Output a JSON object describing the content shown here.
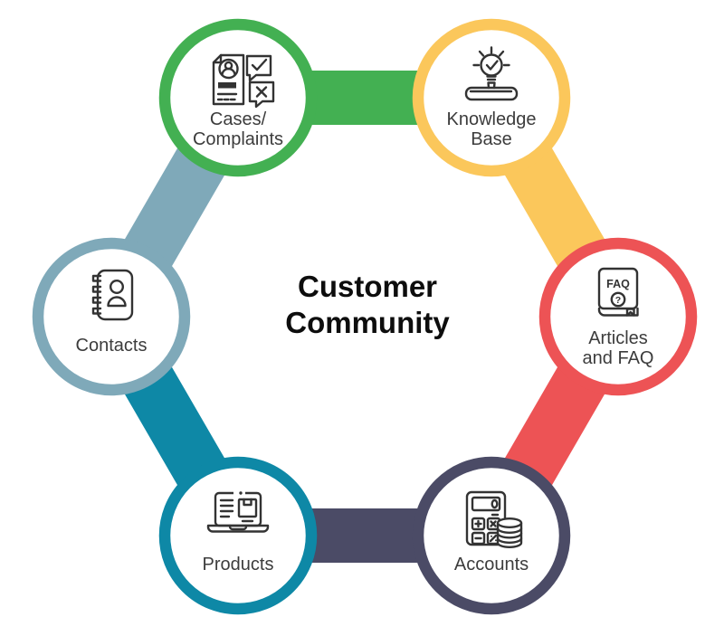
{
  "diagram": {
    "background": "#FFFFFF",
    "title_line1": "Customer",
    "title_line2": "Community"
  },
  "nodes": [
    {
      "id": "cases-complaints",
      "label_line1": "Cases/",
      "label_line2": "Complaints",
      "color": "#43B052",
      "icon": "complaint-report-check-cross-icon"
    },
    {
      "id": "knowledge-base",
      "label_line1": "Knowledge",
      "label_line2": "Base",
      "color": "#FBC75B",
      "icon": "lightbulb-on-book-icon"
    },
    {
      "id": "articles-and-faq",
      "label_line1": "Articles",
      "label_line2": "and FAQ",
      "color": "#ED5355",
      "icon": "faq-book-icon",
      "icon_text": "FAQ",
      "icon_question_mark": "?"
    },
    {
      "id": "accounts",
      "label_line1": "Accounts",
      "label_line2": "",
      "color": "#4B4B66",
      "icon": "calculator-coins-icon"
    },
    {
      "id": "products",
      "label_line1": "Products",
      "label_line2": "",
      "color": "#0E88A6",
      "icon": "laptop-package-icon"
    },
    {
      "id": "contacts",
      "label_line1": "Contacts",
      "label_line2": "",
      "color": "#7FA9B9",
      "icon": "address-book-icon"
    }
  ],
  "connectors": [
    {
      "from": "cases-complaints",
      "to": "knowledge-base",
      "color": "#43B052"
    },
    {
      "from": "knowledge-base",
      "to": "articles-and-faq",
      "color": "#FBC75B"
    },
    {
      "from": "articles-and-faq",
      "to": "accounts",
      "color": "#ED5355"
    },
    {
      "from": "accounts",
      "to": "products",
      "color": "#4B4B66"
    },
    {
      "from": "products",
      "to": "contacts",
      "color": "#0E88A6"
    },
    {
      "from": "contacts",
      "to": "cases-complaints",
      "color": "#7FA9B9"
    }
  ]
}
